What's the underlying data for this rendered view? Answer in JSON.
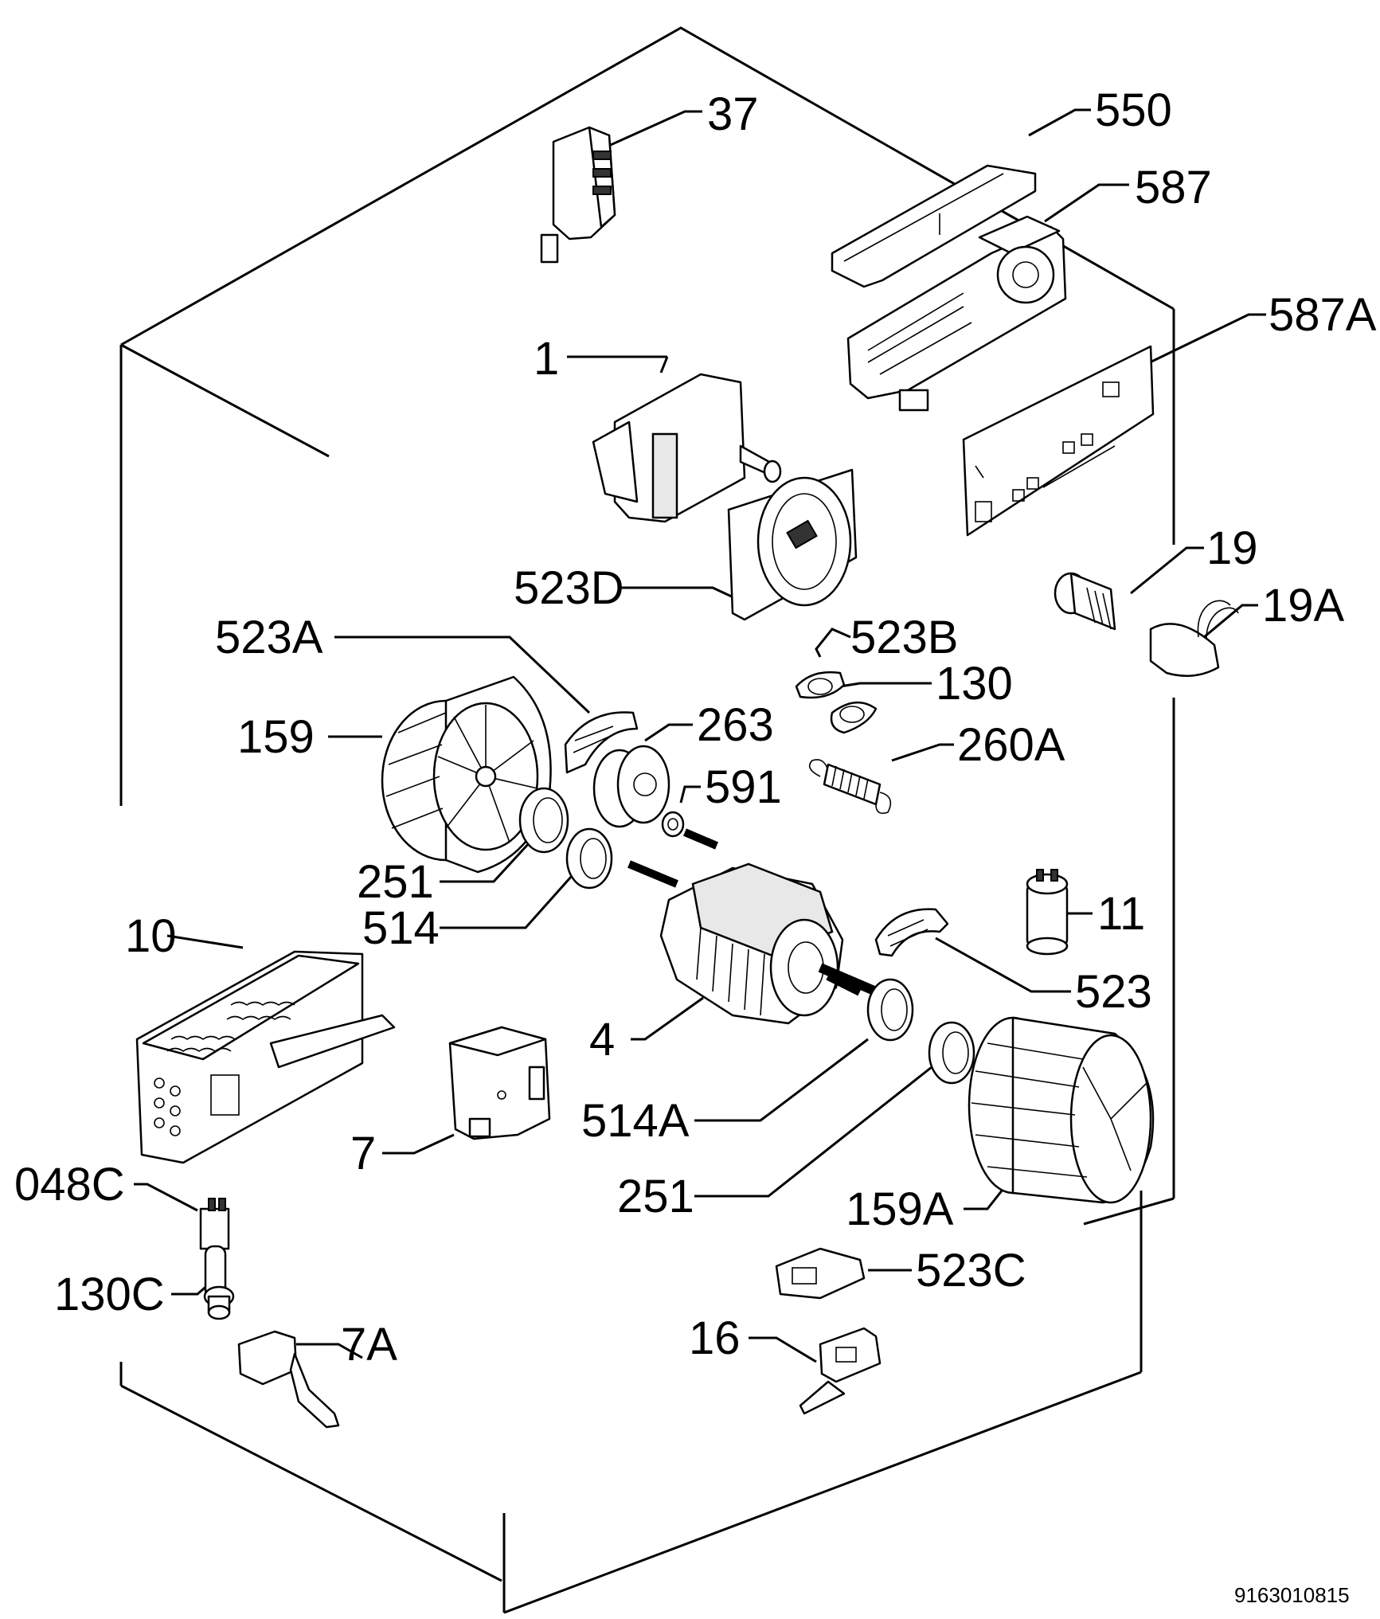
{
  "diagram_code": "9163010815",
  "labels": [
    {
      "id": "p37",
      "text": "37"
    },
    {
      "id": "p550",
      "text": "550"
    },
    {
      "id": "p587",
      "text": "587"
    },
    {
      "id": "p587A",
      "text": "587A"
    },
    {
      "id": "p1",
      "text": "1"
    },
    {
      "id": "p523D",
      "text": "523D"
    },
    {
      "id": "p19",
      "text": "19"
    },
    {
      "id": "p19A",
      "text": "19A"
    },
    {
      "id": "p523A",
      "text": "523A"
    },
    {
      "id": "p523B",
      "text": "523B"
    },
    {
      "id": "p130",
      "text": "130"
    },
    {
      "id": "p159",
      "text": "159"
    },
    {
      "id": "p263",
      "text": "263"
    },
    {
      "id": "p260A",
      "text": "260A"
    },
    {
      "id": "p591",
      "text": "591"
    },
    {
      "id": "p251a",
      "text": "251"
    },
    {
      "id": "p514",
      "text": "514"
    },
    {
      "id": "p11",
      "text": "11"
    },
    {
      "id": "p10",
      "text": "10"
    },
    {
      "id": "p523",
      "text": "523"
    },
    {
      "id": "p4",
      "text": "4"
    },
    {
      "id": "p514A",
      "text": "514A"
    },
    {
      "id": "p7",
      "text": "7"
    },
    {
      "id": "p251b",
      "text": "251"
    },
    {
      "id": "p159A",
      "text": "159A"
    },
    {
      "id": "p048C",
      "text": "048C"
    },
    {
      "id": "p523C",
      "text": "523C"
    },
    {
      "id": "p130C",
      "text": "130C"
    },
    {
      "id": "p7A",
      "text": "7A"
    },
    {
      "id": "p16",
      "text": "16"
    }
  ]
}
